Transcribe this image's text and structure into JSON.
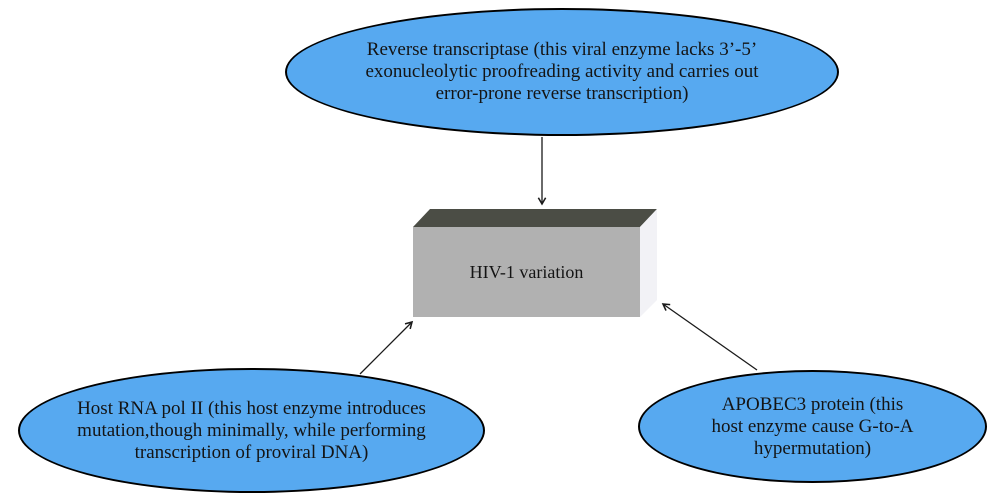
{
  "nodes": {
    "reverse_transcriptase": {
      "text": "Reverse transcriptase (this viral enzyme lacks 3’-5’\nexonucleolytic proofreading activity and carries out\nerror-prone reverse transcription)"
    },
    "hiv1_variation": {
      "text": "HIV-1 variation"
    },
    "host_rna_pol_ii": {
      "text": "Host RNA pol II (this host enzyme introduces\nmutation,though minimally, while performing\ntranscription of proviral DNA)"
    },
    "apobec3": {
      "text": "APOBEC3 protein (this\nhost enzyme cause G-to-A\nhypermutation)"
    }
  },
  "edges": [
    {
      "from": "reverse_transcriptase",
      "to": "hiv1_variation"
    },
    {
      "from": "host_rna_pol_ii",
      "to": "hiv1_variation"
    },
    {
      "from": "apobec3",
      "to": "hiv1_variation"
    }
  ],
  "colors": {
    "background": "#ffffff",
    "ellipse_fill": "#57a9f0",
    "ellipse_border": "#000000",
    "box_front": "#b1b1b1",
    "box_top": "#4b4d45",
    "box_side": "#f2f2f6",
    "arrow": "#1a1a1a",
    "text": "#141414"
  }
}
